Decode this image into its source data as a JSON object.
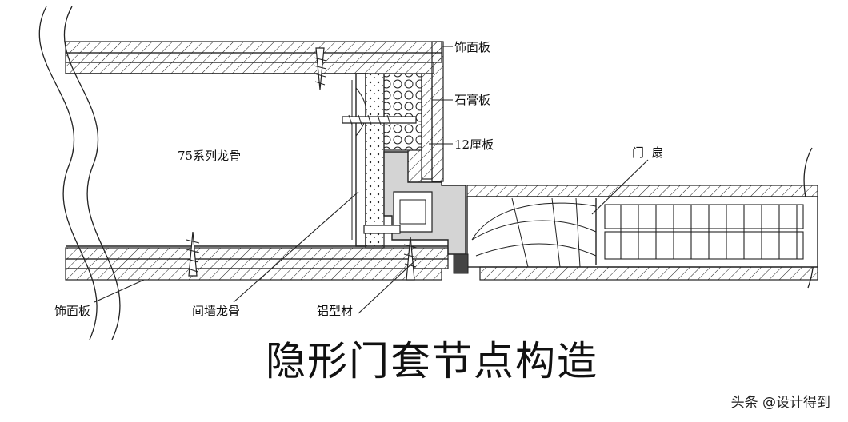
{
  "labels": {
    "finish_top": "饰面板",
    "gypsum": "石膏板",
    "plywood": "12厘板",
    "door_leaf": "门  扇",
    "keel_75": "75系列龙骨",
    "finish_bottom": "饰面板",
    "partition_keel": "间墙龙骨",
    "aluminum": "铝型材"
  },
  "title": "隐形门套节点构造",
  "watermark": "头条 @设计得到",
  "colors": {
    "line": "#1a1a1a",
    "fill": "#c9c9c9",
    "bg": "#ffffff"
  }
}
